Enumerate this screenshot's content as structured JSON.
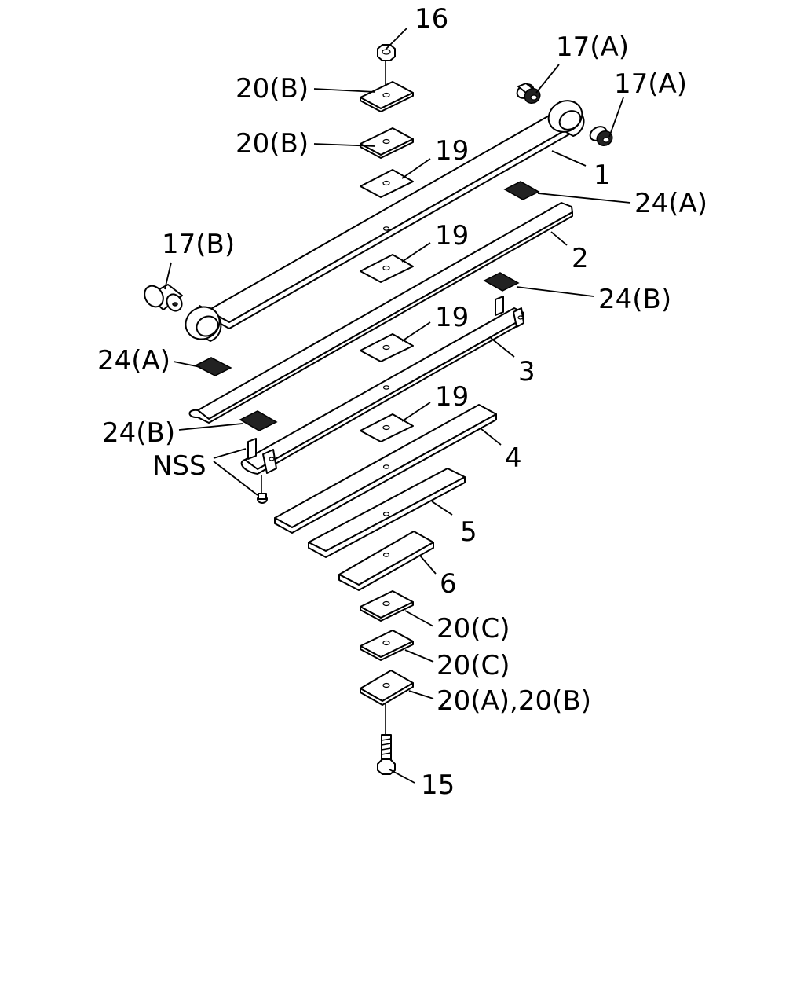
{
  "diagram": {
    "callouts": [
      {
        "id": "c16",
        "text": "16"
      },
      {
        "id": "c17a1",
        "text": "17(A)"
      },
      {
        "id": "c17a2",
        "text": "17(A)"
      },
      {
        "id": "c20b1",
        "text": "20(B)"
      },
      {
        "id": "c20b2",
        "text": "20(B)"
      },
      {
        "id": "c19a",
        "text": "19"
      },
      {
        "id": "c1",
        "text": "1"
      },
      {
        "id": "c24a1",
        "text": "24(A)"
      },
      {
        "id": "c17b",
        "text": "17(B)"
      },
      {
        "id": "c19b",
        "text": "19"
      },
      {
        "id": "c2",
        "text": "2"
      },
      {
        "id": "c24b1",
        "text": "24(B)"
      },
      {
        "id": "c19c",
        "text": "19"
      },
      {
        "id": "c24a2",
        "text": "24(A)"
      },
      {
        "id": "c3",
        "text": "3"
      },
      {
        "id": "c19d",
        "text": "19"
      },
      {
        "id": "c24b2",
        "text": "24(B)"
      },
      {
        "id": "cnss",
        "text": "NSS"
      },
      {
        "id": "c4",
        "text": "4"
      },
      {
        "id": "c5",
        "text": "5"
      },
      {
        "id": "c6",
        "text": "6"
      },
      {
        "id": "c20c1",
        "text": "20(C)"
      },
      {
        "id": "c20c2",
        "text": "20(C)"
      },
      {
        "id": "c20ab",
        "text": "20(A),20(B)"
      },
      {
        "id": "c15",
        "text": "15"
      }
    ]
  }
}
